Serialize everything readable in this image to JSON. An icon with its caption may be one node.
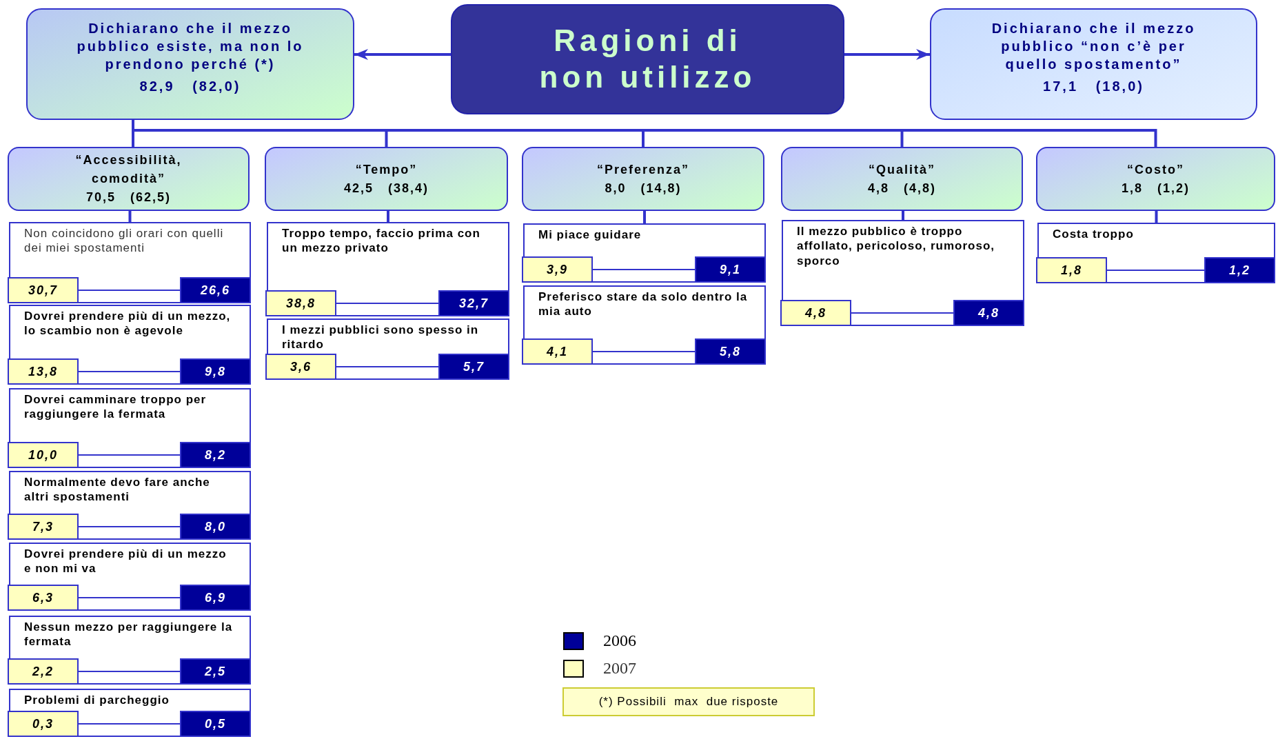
{
  "diagram": {
    "nodes": [
      {
        "text": [
          "Ragioni di non utilizzo"
        ]
      },
      {
        "text": [
          "Dichiarano che il mezzo pubblico esiste, ma non lo prendono perché (*)",
          "82,9   (82,0)"
        ]
      },
      {
        "text": [
          "Dichiarano che il mezzo pubblico “non c’è per quello spostamento”",
          "17,1   (18,0)"
        ]
      },
      {
        "text": [
          "“Accessibilità, comodità”",
          "70,5   (62,5)"
        ]
      },
      {
        "text": [
          "“Tempo”",
          "42,5   (38,4)"
        ]
      },
      {
        "text": [
          "“Preferenza”",
          "8,0   (14,8)"
        ]
      },
      {
        "text": [
          "“Qualità”",
          "4,8   (4,8)"
        ]
      },
      {
        "text": [
          "“Costo”",
          "1,8   (1,2)"
        ]
      },
      {
        "text": [
          "Non coincidono gli orari con quelli dei miei spostamenti"
        ]
      },
      {
        "text": [
          "30,7"
        ],
        "in": 8
      },
      {
        "text": [
          "26,6"
        ],
        "in": 8
      },
      {
        "text": [
          "Dovrei prendere più di un mezzo, lo scambio non è agevole"
        ]
      },
      {
        "text": [
          "13,8"
        ],
        "in": 11
      },
      {
        "text": [
          "9,8"
        ],
        "in": 11
      },
      {
        "text": [
          "Dovrei camminare troppo per raggiungere la fermata"
        ]
      },
      {
        "text": [
          "10,0"
        ],
        "in": 14
      },
      {
        "text": [
          "8,2"
        ],
        "in": 14
      },
      {
        "text": [
          "Normalmente devo fare anche altri spostamenti"
        ]
      },
      {
        "text": [
          "7,3"
        ],
        "in": 17
      },
      {
        "text": [
          "8,0"
        ],
        "in": 17
      },
      {
        "text": [
          "Dovrei prendere più di un mezzo e non mi va"
        ]
      },
      {
        "text": [
          "6,3"
        ],
        "in": 20
      },
      {
        "text": [
          "6,9"
        ],
        "in": 20
      },
      {
        "text": [
          "Nessun mezzo per raggiungere la fermata"
        ]
      },
      {
        "text": [
          "2,2"
        ],
        "in": 23
      },
      {
        "text": [
          "2,5"
        ],
        "in": 23
      },
      {
        "text": [
          "Problemi di parcheggio"
        ]
      },
      {
        "text": [
          "0,3"
        ],
        "in": 26
      },
      {
        "text": [
          "0,5"
        ],
        "in": 26
      },
      {
        "text": [
          "Troppo tempo, faccio prima con un mezzo privato"
        ]
      },
      {
        "text": [
          "38,8"
        ],
        "in": 29
      },
      {
        "text": [
          "32,7"
        ],
        "in": 29
      },
      {
        "text": [
          "I mezzi pubblici sono spesso in ritardo"
        ]
      },
      {
        "text": [
          "3,6"
        ],
        "in": 32
      },
      {
        "text": [
          "5,7"
        ],
        "in": 32
      },
      {
        "text": [
          "Mi piace guidare"
        ]
      },
      {
        "text": [
          "3,9"
        ],
        "in": 35
      },
      {
        "text": [
          "9,1"
        ],
        "in": 35
      },
      {
        "text": [
          "Preferisco stare da solo dentro la mia auto"
        ]
      },
      {
        "text": [
          "4,1"
        ],
        "in": 38
      },
      {
        "text": [
          "5,8"
        ],
        "in": 38
      },
      {
        "text": [
          "Il mezzo pubblico è troppo affollato, pericoloso, rumoroso, sporco"
        ]
      },
      {
        "text": [
          "4,8"
        ],
        "in": 41
      },
      {
        "text": [
          "4,8"
        ],
        "in": 41
      },
      {
        "text": [
          "Costa troppo"
        ]
      },
      {
        "text": [
          "1,8"
        ],
        "in": 44
      },
      {
        "text": [
          "1,2"
        ],
        "in": 44
      }
    ],
    "edges": [
      {
        "from": 0,
        "to": 1,
        "arrow": "to"
      },
      {
        "from": 0,
        "to": 2,
        "arrow": "to"
      },
      {
        "from": 1,
        "to": 3,
        "arrow": "none"
      },
      {
        "from": 1,
        "to": 4,
        "arrow": "none"
      },
      {
        "from": 1,
        "to": 5,
        "arrow": "none"
      },
      {
        "from": 1,
        "to": 6,
        "arrow": "none"
      },
      {
        "from": 1,
        "to": 7,
        "arrow": "none"
      },
      {
        "from": 3,
        "to": 8,
        "arrow": "none"
      },
      {
        "from": 4,
        "to": 29,
        "arrow": "none"
      },
      {
        "from": 5,
        "to": 35,
        "arrow": "none"
      },
      {
        "from": 6,
        "to": 41,
        "arrow": "none"
      },
      {
        "from": 7,
        "to": 44,
        "arrow": "none"
      },
      {
        "from": 9,
        "to": 10,
        "arrow": "none"
      },
      {
        "from": 12,
        "to": 13,
        "arrow": "none"
      },
      {
        "from": 15,
        "to": 16,
        "arrow": "none"
      },
      {
        "from": 18,
        "to": 19,
        "arrow": "none"
      },
      {
        "from": 21,
        "to": 22,
        "arrow": "none"
      },
      {
        "from": 24,
        "to": 25,
        "arrow": "none"
      },
      {
        "from": 27,
        "to": 28,
        "arrow": "none"
      },
      {
        "from": 30,
        "to": 31,
        "arrow": "none"
      },
      {
        "from": 33,
        "to": 34,
        "arrow": "none"
      },
      {
        "from": 36,
        "to": 37,
        "arrow": "none"
      },
      {
        "from": 39,
        "to": 40,
        "arrow": "none"
      },
      {
        "from": 42,
        "to": 43,
        "arrow": "none"
      },
      {
        "from": 45,
        "to": 46,
        "arrow": "none"
      }
    ],
    "labels": [
      "(*) Possibili  max  due risposte"
    ],
    "legend": [
      {
        "text": "2006",
        "color": "#000099"
      },
      {
        "text": "2007",
        "color": "#ffffc0"
      }
    ]
  }
}
